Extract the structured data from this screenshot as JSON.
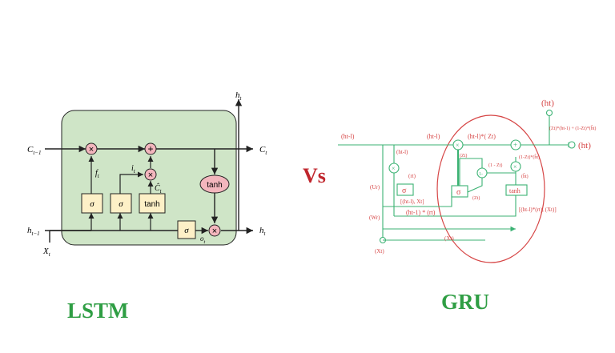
{
  "lstm": {
    "title": "LSTM",
    "labels": {
      "c_prev": "C",
      "c_prev_sub": "t−1",
      "c_out": "C",
      "c_out_sub": "t",
      "h_prev": "h",
      "h_prev_sub": "t−1",
      "h_out": "h",
      "h_out_sub": "t",
      "h_top": "h",
      "h_top_sub": "t",
      "x_in": "X",
      "x_in_sub": "t",
      "f_gate": "f",
      "f_gate_sub": "t",
      "i_gate": "i",
      "i_gate_sub": "t",
      "c_hat": "Ĉ",
      "c_hat_sub": "t",
      "o_gate": "o",
      "o_gate_sub": "t"
    },
    "ops": {
      "mult": "×",
      "add": "+",
      "sigma": "σ",
      "tanh": "tanh"
    }
  },
  "vs": "Vs",
  "gru": {
    "title": "GRU",
    "labels": {
      "ht_top": "(ht)",
      "ht_right": "(ht)",
      "ht1_left": "(ht-l)",
      "ht1_mid": "(ht-l)",
      "ht1_inner": "(ht-l)",
      "ht1_zt": "(ht-l)*(  Zt)",
      "formula": "(Zt)*(ht-1) + (1-Zt)*(h̃t)",
      "rt": "(rt)",
      "ur": "(Ur)",
      "wr": "(Wr)",
      "xt_left": "(Xt)",
      "xt_mid": "(Xt)",
      "concat1": "[(ht-l), Xt]",
      "ht1_rt": "(ht-1) * (rt)",
      "zt_top": "(Zt)",
      "zt_bottom": "(Zt)",
      "one_minus_zt": "(1 - Zt)",
      "one_minus_zt_ht": "(1-Zt)*(h̃t)",
      "ht_tilde": "(h̃t)",
      "concat2": "[(ht-l)*(rt), (Xt)]",
      "sigma": "σ",
      "tanh": "tanh",
      "mult": "×",
      "add": "+",
      "one_minus": "1-"
    }
  }
}
